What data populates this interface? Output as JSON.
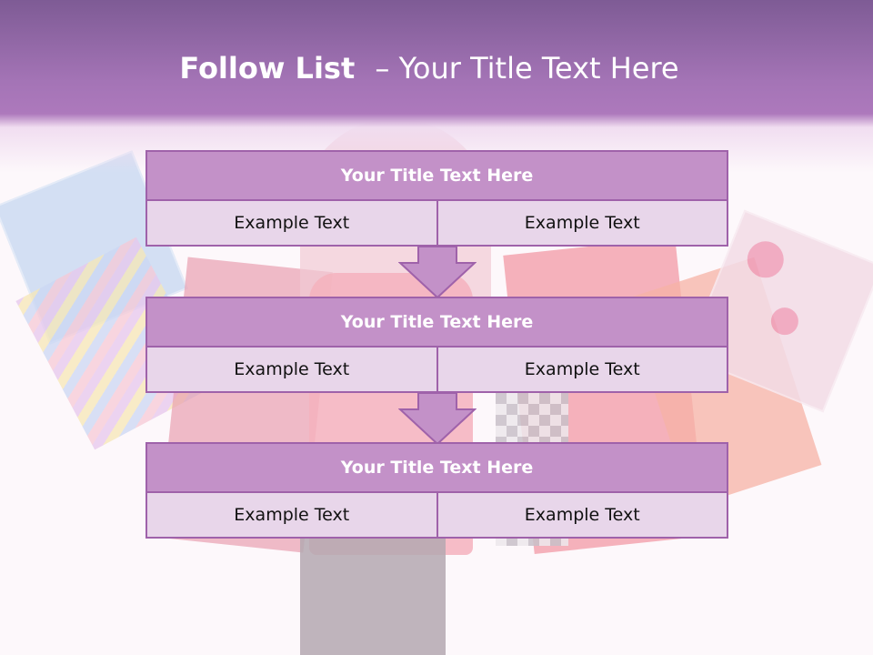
{
  "header": {
    "title_bold": "Follow List",
    "title_rest": "– Your Title Text Here"
  },
  "steps": [
    {
      "title": "Your Title Text Here",
      "left": "Example Text",
      "right": "Example Text"
    },
    {
      "title": "Your Title Text Here",
      "left": "Example Text",
      "right": "Example Text"
    },
    {
      "title": "Your Title Text Here",
      "left": "Example Text",
      "right": "Example Text"
    }
  ],
  "colors": {
    "header": "#a474b6",
    "box_title_fill": "#c391c8",
    "box_cell_fill": "#e8d6ea",
    "border": "#9f62aa"
  }
}
